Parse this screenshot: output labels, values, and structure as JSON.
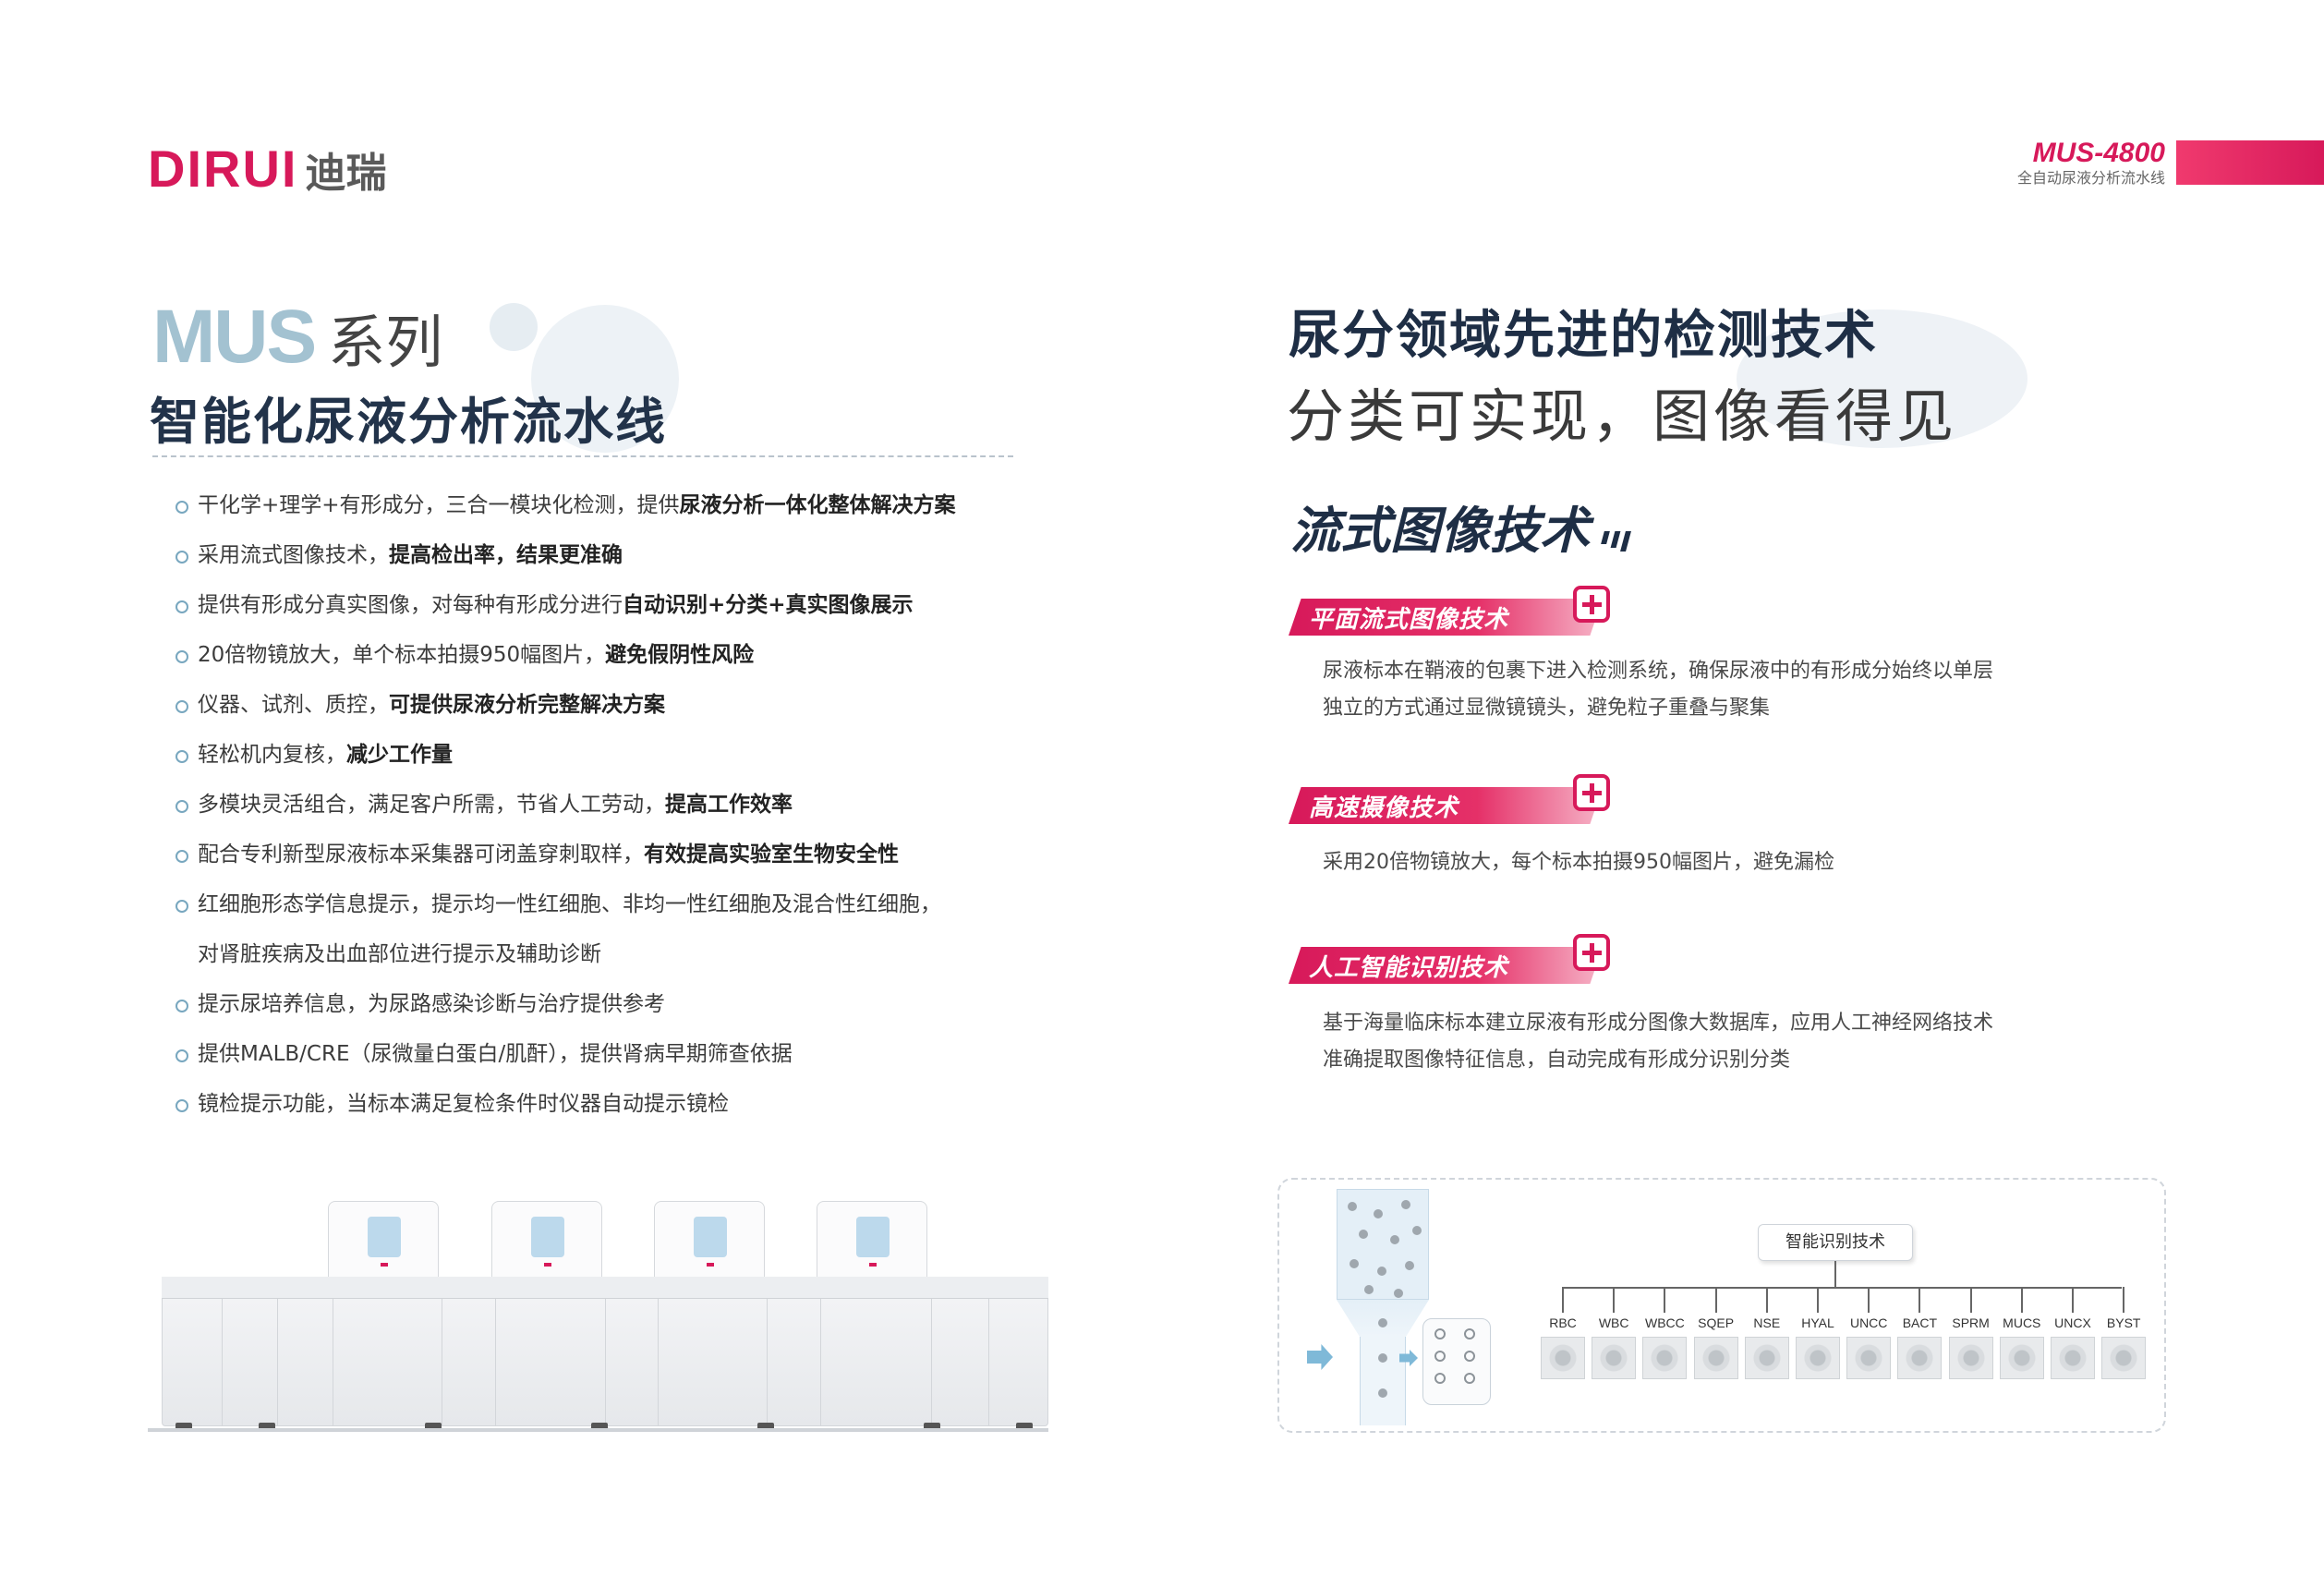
{
  "header": {
    "logo_latin": "DIRUI",
    "logo_cn": "迪瑞",
    "model": "MUS-4800",
    "model_subtitle": "全自动尿液分析流水线"
  },
  "left": {
    "series_en": "MUS",
    "series_cn": "系列",
    "title": "智能化尿液分析流水线",
    "bullets": [
      {
        "text": "干化学+理学+有形成分，三合一模块化检测，提供",
        "bold": "尿液分析一体化整体解决方案"
      },
      {
        "text": "采用流式图像技术，",
        "bold": "提高检出率，结果更准确"
      },
      {
        "text": "提供有形成分真实图像，对每种有形成分进行",
        "bold": "自动识别+分类+真实图像展示"
      },
      {
        "text": "20倍物镜放大，单个标本拍摄950幅图片，",
        "bold": "避免假阴性风险"
      },
      {
        "text": "仪器、试剂、质控，",
        "bold": "可提供尿液分析完整解决方案"
      },
      {
        "text": "轻松机内复核，",
        "bold": "减少工作量"
      },
      {
        "text": "多模块灵活组合，满足客户所需，节省人工劳动，",
        "bold": "提高工作效率"
      },
      {
        "text": "配合专利新型尿液标本采集器可闭盖穿刺取样，",
        "bold": "有效提高实验室生物安全性"
      },
      {
        "text": "红细胞形态学信息提示，提示均一性红细胞、非均一性红细胞及混合性红细胞，",
        "bold": ""
      },
      {
        "text": "对肾脏疾病及出血部位进行提示及辅助诊断",
        "bold": ""
      },
      {
        "text": "提示尿培养信息，为尿路感染诊断与治疗提供参考",
        "bold": ""
      },
      {
        "text": "提供MALB/CRE（尿微量白蛋白/肌酐），提供肾病早期筛查依据",
        "bold": ""
      },
      {
        "text": "镜检提示功能，当标本满足复检条件时仪器自动提示镜检",
        "bold": ""
      }
    ]
  },
  "right": {
    "heading1": "尿分领域先进的检测技术",
    "heading2": "分类可实现，图像看得见",
    "heading3": "流式图像技术",
    "techs": [
      {
        "tag": "平面流式图像技术",
        "desc1": "尿液标本在鞘液的包裹下进入检测系统，确保尿液中的有形成分始终以单层",
        "desc2": "独立的方式通过显微镜镜头，避免粒子重叠与聚集"
      },
      {
        "tag": "高速摄像技术",
        "desc1": "采用20倍物镜放大，每个标本拍摄950幅图片，避免漏检",
        "desc2": ""
      },
      {
        "tag": "人工智能识别技术",
        "desc1": "基于海量临床标本建立尿液有形成分图像大数据库，应用人工神经网络技术",
        "desc2": "准确提取图像特征信息，自动完成有形成分识别分类"
      }
    ],
    "diagram": {
      "label": "智能识别技术",
      "classes": [
        "RBC",
        "WBC",
        "WBCC",
        "SQEP",
        "NSE",
        "HYAL",
        "UNCC",
        "BACT",
        "SPRM",
        "MUCS",
        "UNCX",
        "BYST"
      ]
    }
  },
  "colors": {
    "brand": "#d7195a",
    "navy": "#1e2e45",
    "accent_light": "#a3c2d1"
  }
}
